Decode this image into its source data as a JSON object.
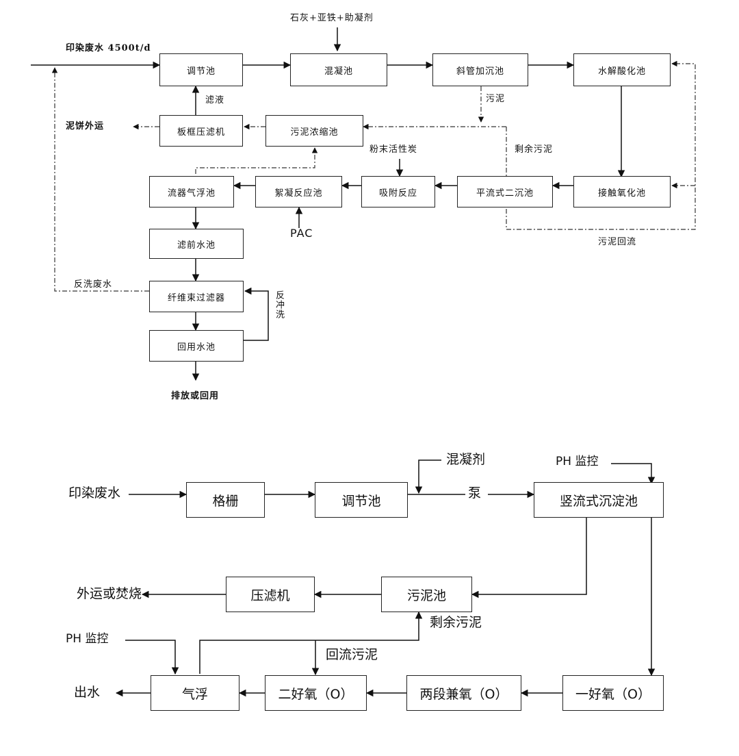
{
  "diagram1": {
    "boxes": {
      "tiaojie": "调节池",
      "hunning": "混凝池",
      "xieguan": "斜管加沉池",
      "shuijie": "水解酸化池",
      "banjia": "板框压滤机",
      "wunong": "污泥浓缩池",
      "liuqi": "流器气浮池",
      "xuning": "絮凝反应池",
      "xifu": "吸附反应",
      "pingliu": "平流式二沉池",
      "jiechu": "接触氧化池",
      "lvqian": "滤前水池",
      "xianwei": "纤维束过滤器",
      "huiyong": "回用水池"
    },
    "labels": {
      "inflow": "印染废水 4500t/d",
      "reagents": "石灰+亚铁+助凝剂",
      "filtrate": "滤液",
      "cake": "泥饼外运",
      "sludge": "污泥",
      "pac_powder": "粉末活性炭",
      "excess": "剩余污泥",
      "pac": "PAC",
      "return": "污泥回流",
      "backwash_waste": "反洗废水",
      "backwash": "反冲洗",
      "discharge": "排放或回用"
    }
  },
  "diagram2": {
    "boxes": {
      "geshan": "格栅",
      "tiaojie": "调节池",
      "shuliu": "竖流式沉淀池",
      "yalv": "压滤机",
      "wuni": "污泥池",
      "qifu": "气浮",
      "erhao": "二好氧（O）",
      "liangduan": "两段兼氧（O）",
      "yihao": "一好氧（O）"
    },
    "labels": {
      "inflow": "印染废水",
      "coagulant": "混凝剂",
      "pump": "泵",
      "ph1": "PH 监控",
      "disposal": "外运或焚烧",
      "excess": "剩余污泥",
      "ph2": "PH 监控",
      "return": "回流污泥",
      "outflow": "出水"
    }
  }
}
